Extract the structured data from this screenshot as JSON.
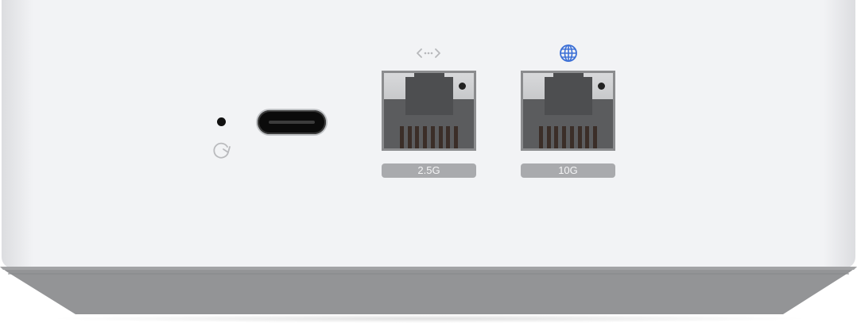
{
  "scene": {
    "subject": "Network gateway device, front panel",
    "colors": {
      "body": "#f2f3f5",
      "base": "#939496",
      "port_housing": "#5b5c5e",
      "badge": "#a9aaad",
      "wan_icon": "#3b6fd6",
      "lan_icon": "#b7b8bb"
    }
  },
  "front_panel": {
    "reset": {
      "indicator": "reset-dot",
      "icon": "reset-icon"
    },
    "usb": {
      "type": "usb-c-port"
    },
    "ports": [
      {
        "id": "lan",
        "icon": "arrows-icon",
        "icon_glyph": "<···>",
        "speed_label": "2.5G"
      },
      {
        "id": "wan",
        "icon": "globe-icon",
        "speed_label": "10G"
      }
    ]
  }
}
